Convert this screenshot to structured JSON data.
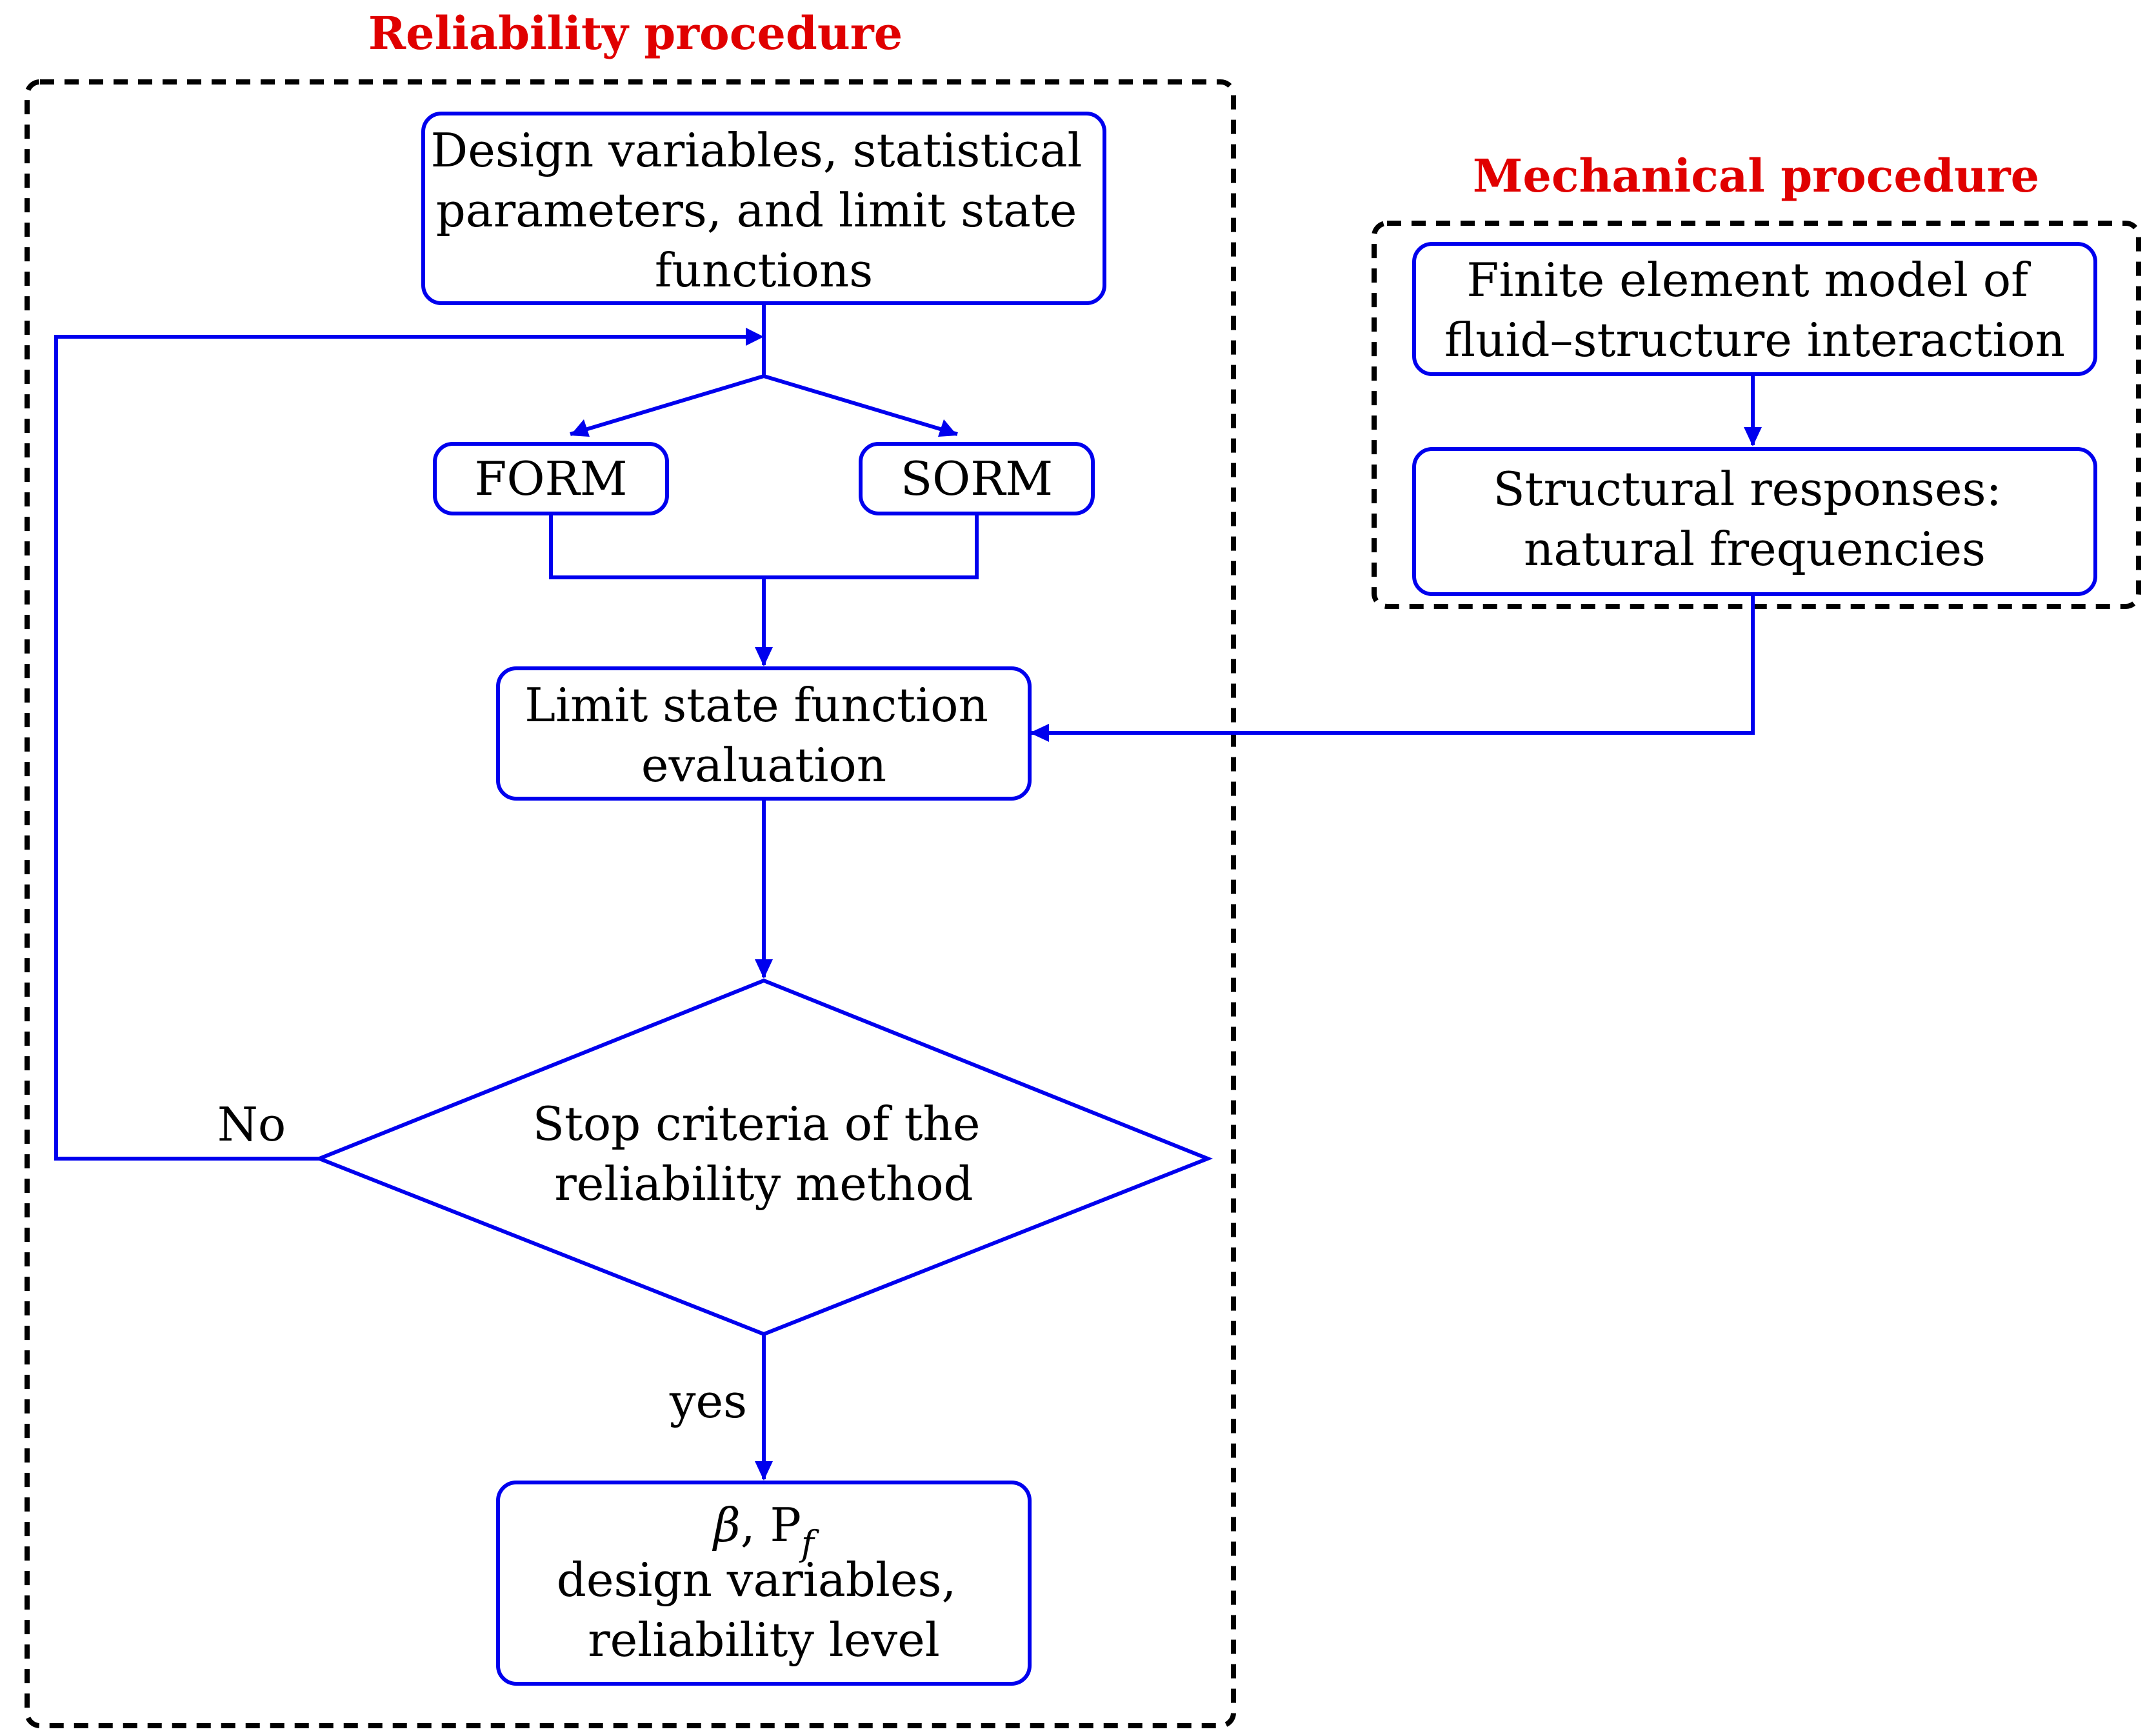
{
  "colors": {
    "node_stroke": "#0000ee",
    "edge": "#0000ee",
    "frame": "#000000",
    "title": "#e00000"
  },
  "frames": {
    "reliability": {
      "title": "Reliability procedure"
    },
    "mechanical": {
      "title": "Mechanical procedure"
    }
  },
  "nodes": {
    "design_inputs": {
      "lines": [
        "Design variables, statistical",
        "parameters, and limit state",
        "functions"
      ]
    },
    "form": {
      "label": "FORM"
    },
    "sorm": {
      "label": "SORM"
    },
    "lsf_eval": {
      "lines": [
        "Limit state function",
        "evaluation"
      ]
    },
    "stop_criteria": {
      "lines": [
        "Stop criteria of the",
        "reliability method"
      ]
    },
    "results": {
      "beta": "β",
      "sep": ", P",
      "sub": "f",
      "lines": [
        "design variables,",
        "reliability level"
      ]
    },
    "fe_model": {
      "lines": [
        "Finite element model of",
        "fluid–structure interaction"
      ]
    },
    "responses": {
      "lines": [
        "Structural responses:",
        "natural frequencies"
      ]
    }
  },
  "edge_labels": {
    "no": "No",
    "yes": "yes"
  }
}
